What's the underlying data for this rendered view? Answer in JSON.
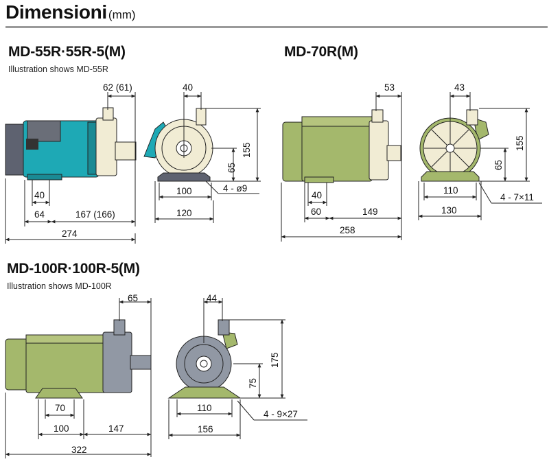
{
  "page": {
    "title": "Dimensioni",
    "unit": "(mm)"
  },
  "colors": {
    "motor_teal": "#1ea9b5",
    "motor_olive": "#a4b86c",
    "pump_cream": "#f1ecd4",
    "pump_gray": "#9198a4",
    "motor_dark": "#5e6270",
    "line": "#222222"
  },
  "md55": {
    "model": "MD-55R·55R-5(M)",
    "note": "Illustration shows MD-55R",
    "side": {
      "top": "62 (61)",
      "foot": "40",
      "left": "64",
      "mid": "167 (166)",
      "total": "274"
    },
    "front": {
      "top": "40",
      "height": "155",
      "shaft": "65",
      "base_inner": "100",
      "base_outer": "120",
      "holes": "4 - ø9"
    }
  },
  "md70": {
    "model": "MD-70R(M)",
    "side": {
      "top": "53",
      "foot": "40",
      "left": "60",
      "mid": "149",
      "total": "258"
    },
    "front": {
      "top": "43",
      "height": "155",
      "shaft": "65",
      "base_inner": "110",
      "base_outer": "130",
      "holes": "4 - 7×11"
    }
  },
  "md100": {
    "model": "MD-100R·100R-5(M)",
    "note": "Illustration shows MD-100R",
    "side": {
      "top": "65",
      "foot": "70",
      "left": "100",
      "mid": "147",
      "total": "322"
    },
    "front": {
      "top": "44",
      "height": "175",
      "shaft": "75",
      "base_inner": "110",
      "base_outer": "156",
      "holes": "4 - 9×27"
    }
  }
}
